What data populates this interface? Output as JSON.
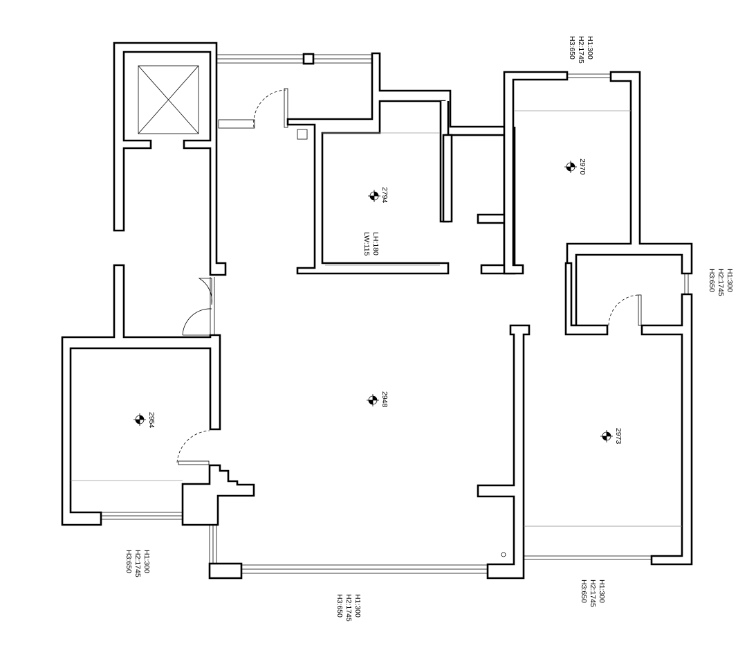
{
  "rooms": [
    {
      "id": "room-top-middle",
      "height": "2794",
      "extra": [
        "LH:180",
        "LW:115"
      ]
    },
    {
      "id": "room-top-right",
      "height": "2970"
    },
    {
      "id": "room-living",
      "height": "2948"
    },
    {
      "id": "room-left",
      "height": "2954"
    },
    {
      "id": "room-right",
      "height": "2973"
    }
  ],
  "window_notes": {
    "top": [
      "H1:300",
      "H2:1745",
      "H3:650"
    ],
    "right": [
      "H1:300",
      "H2:1745",
      "H3:650"
    ],
    "bottom_left": [
      "H1:300",
      "H2:1745",
      "H3:650"
    ],
    "bottom_center": [
      "H1:300",
      "H2:1745",
      "H3:650"
    ],
    "bottom_right": [
      "H1:300",
      "H2:1745",
      "H3:650"
    ]
  }
}
